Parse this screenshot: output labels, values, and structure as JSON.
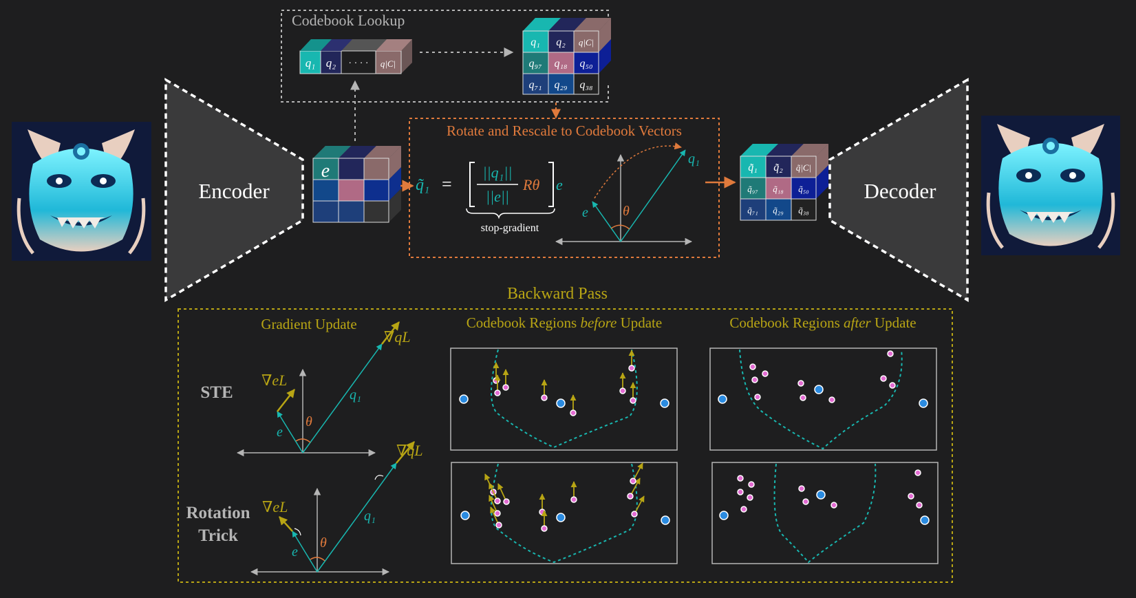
{
  "colors": {
    "background": "#1e1e1f",
    "teal": "#18b7b0",
    "orange": "#e07a3c",
    "olive": "#b8a514",
    "gray_text": "#b5b5b5",
    "white": "#ffffff",
    "pink_dot": "#e36bd2",
    "blue_dot": "#2b8be0",
    "cell_dark_teal": "#1f7a77",
    "cell_navy": "#22265a",
    "cell_mauve": "#8a6a6a",
    "cell_blue": "#0e2f8e",
    "cell_rose": "#b06a85",
    "cell_royal": "#0d1f96"
  },
  "icons": {
    "input_image": "oni-mask-image",
    "output_image": "oni-mask-image"
  },
  "labels": {
    "codebook_lookup": "Codebook Lookup",
    "rotate_rescale": "Rotate and Rescale to Codebook Vectors",
    "encoder": "Encoder",
    "decoder": "Decoder",
    "backward_pass": "Backward Pass",
    "gradient_update": "Gradient Update",
    "regions_before_1": "Codebook Regions ",
    "regions_before_2": "before",
    "regions_before_3": " Update",
    "regions_after_1": "Codebook Regions ",
    "regions_after_2": "after",
    "regions_after_3": " Update",
    "ste": "STE",
    "rotation": "Rotation",
    "trick": "Trick",
    "stop_gradient": "stop-gradient"
  },
  "math": {
    "q1": "q₁",
    "q2": "q₂",
    "qC": "q|C|",
    "dots": "·  ·  ·  ·",
    "e": "e",
    "theta": "θ",
    "q1_tilde": "q̃₁",
    "equals": "=",
    "norm_q1": "||q₁||",
    "norm_e": "||e||",
    "R_theta": "Rθ",
    "grad_q": "∇qL",
    "grad_e": "∇eL"
  },
  "codebook_cube": [
    [
      "q₁",
      "q₂",
      "q|C|"
    ],
    [
      "q₉₇",
      "q₁₈",
      "q₅₀"
    ],
    [
      "q₇₁",
      "q₂₉",
      "q₃₈"
    ]
  ],
  "quantized_cube": [
    [
      "q̃₁",
      "q̃₂",
      "q̃|C|"
    ],
    [
      "q̃₉₇",
      "q̃₁₈",
      "q̃₅₀"
    ],
    [
      "q̃₇₁",
      "q̃₂₉",
      "q̃₃₈"
    ]
  ]
}
